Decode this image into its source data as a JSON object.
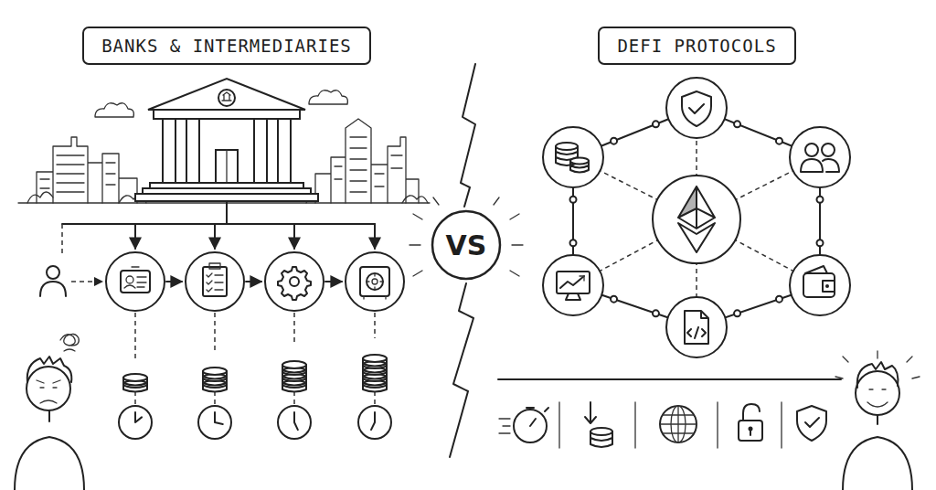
{
  "diagram": {
    "nodes": [
      {
        "text": [
          "BANKS & INTERMEDIARIES"
        ]
      },
      {
        "text": [
          "VS"
        ]
      },
      {
        "text": [
          "DEFI PROTOCOLS"
        ]
      }
    ]
  }
}
